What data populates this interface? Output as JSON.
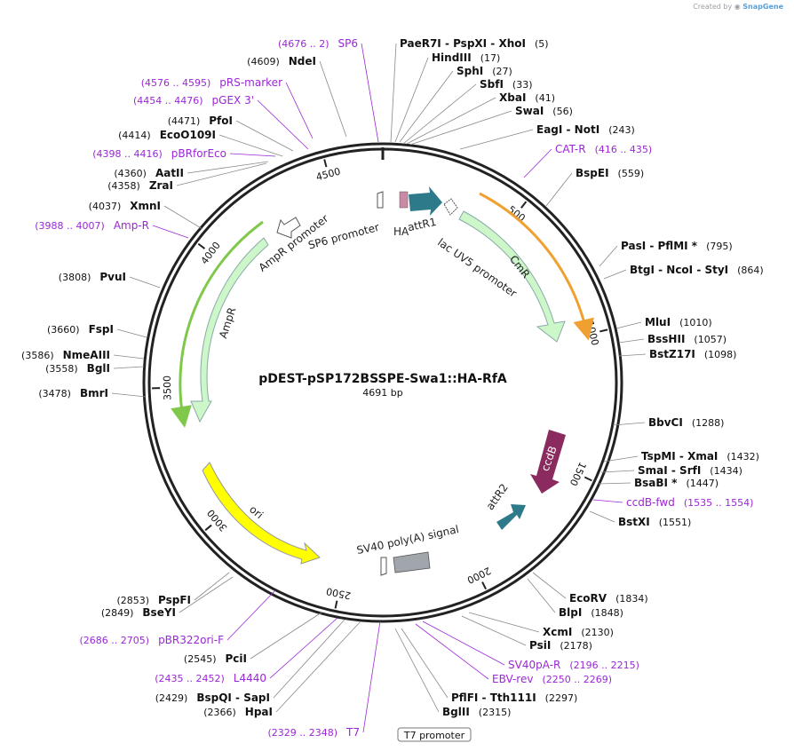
{
  "credit": {
    "prefix": "Created by",
    "brand": "SnapGene"
  },
  "plasmid": {
    "name": "pDEST-pSP172BSSPE-Swa1::HA-RfA",
    "length_label": "4691 bp",
    "total_bp": 4691
  },
  "colors": {
    "enzyme_text": "#111111",
    "coords_text": "#111111",
    "primer_text": "#9b27d6",
    "leader": "#888888",
    "backbone": "#222222",
    "amp_fill": "#cdf7c8",
    "cm_fill": "#cdf7c8",
    "ori_fill": "#ffff00",
    "attr_fill": "#2d7a8a",
    "ccdb_fill": "#8a2a5e",
    "ha_fill": "#c98aa6",
    "sv40_fill": "#a0a6ac",
    "orange_primer": "#f0a030",
    "green_primer": "#7fc84a"
  },
  "ticks": [
    {
      "label": "500",
      "bp": 500
    },
    {
      "label": "1000",
      "bp": 1000
    },
    {
      "label": "1500",
      "bp": 1500
    },
    {
      "label": "2000",
      "bp": 2000
    },
    {
      "label": "2500",
      "bp": 2500
    },
    {
      "label": "3000",
      "bp": 3000
    },
    {
      "label": "3500",
      "bp": 3500
    },
    {
      "label": "4000",
      "bp": 4000
    },
    {
      "label": "4500",
      "bp": 4500
    }
  ],
  "feature_labels": {
    "cmr": "CmR",
    "ampr": "AmpR",
    "ampr_promoter": "AmpR promoter",
    "sp6_promoter": "SP6 promoter",
    "ha": "HA",
    "attr1": "attR1",
    "lac_uv5": "lac UV5 promoter",
    "ccdb": "ccdB",
    "attr2": "attR2",
    "ori": "ori",
    "sv40": "SV40 poly(A) signal",
    "t7_promoter": "T7 promoter"
  },
  "sites_right": [
    {
      "name": "PaeR7I  -  PspXI  -  XhoI",
      "coord": "(5)"
    },
    {
      "name": "HindIII",
      "coord": "(17)"
    },
    {
      "name": "SphI",
      "coord": "(27)"
    },
    {
      "name": "SbfI",
      "coord": "(33)"
    },
    {
      "name": "XbaI",
      "coord": "(41)"
    },
    {
      "name": "SwaI",
      "coord": "(56)"
    },
    {
      "name": "EagI  -  NotI",
      "coord": "(243)"
    },
    {
      "name": "CAT-R",
      "coord": "(416 .. 435)",
      "primer": true
    },
    {
      "name": "BspEI",
      "coord": "(559)"
    },
    {
      "name": "PasI  -  PflMI *",
      "coord": "(795)"
    },
    {
      "name": "BtgI  -  NcoI  -  StyI",
      "coord": "(864)"
    },
    {
      "name": "MluI",
      "coord": "(1010)"
    },
    {
      "name": "BssHII",
      "coord": "(1057)"
    },
    {
      "name": "BstZ17I",
      "coord": "(1098)"
    },
    {
      "name": "BbvCI",
      "coord": "(1288)"
    },
    {
      "name": "TspMI  -  XmaI",
      "coord": "(1432)"
    },
    {
      "name": "SmaI  -  SrfI",
      "coord": "(1434)"
    },
    {
      "name": "BsaBI *",
      "coord": "(1447)"
    },
    {
      "name": "ccdB-fwd",
      "coord": "(1535 .. 1554)",
      "primer": true
    },
    {
      "name": "BstXI",
      "coord": "(1551)"
    },
    {
      "name": "EcoRV",
      "coord": "(1834)"
    },
    {
      "name": "BlpI",
      "coord": "(1848)"
    },
    {
      "name": "XcmI",
      "coord": "(2130)"
    },
    {
      "name": "PsiI",
      "coord": "(2178)"
    },
    {
      "name": "SV40pA-R",
      "coord": "(2196 .. 2215)",
      "primer": true
    },
    {
      "name": "EBV-rev",
      "coord": "(2250 .. 2269)",
      "primer": true
    },
    {
      "name": "PflFI  -  Tth111I",
      "coord": "(2297)"
    },
    {
      "name": "BglII",
      "coord": "(2315)"
    }
  ],
  "sites_left": [
    {
      "name": "SP6",
      "coord": "(4676 .. 2)",
      "primer": true
    },
    {
      "name": "NdeI",
      "coord": "(4609)"
    },
    {
      "name": "pRS-marker",
      "coord": "(4576 .. 4595)",
      "primer": true
    },
    {
      "name": "pGEX 3'",
      "coord": "(4454 .. 4476)",
      "primer": true
    },
    {
      "name": "PfoI",
      "coord": "(4471)"
    },
    {
      "name": "EcoO109I",
      "coord": "(4414)"
    },
    {
      "name": "pBRforEco",
      "coord": "(4398 .. 4416)",
      "primer": true
    },
    {
      "name": "AatII",
      "coord": "(4360)"
    },
    {
      "name": "ZraI",
      "coord": "(4358)"
    },
    {
      "name": "XmnI",
      "coord": "(4037)"
    },
    {
      "name": "Amp-R",
      "coord": "(3988 .. 4007)",
      "primer": true
    },
    {
      "name": "PvuI",
      "coord": "(3808)"
    },
    {
      "name": "FspI",
      "coord": "(3660)"
    },
    {
      "name": "NmeAIII",
      "coord": "(3586)"
    },
    {
      "name": "BglI",
      "coord": "(3558)"
    },
    {
      "name": "BmrI",
      "coord": "(3478)"
    },
    {
      "name": "PspFI",
      "coord": "(2853)"
    },
    {
      "name": "BseYI",
      "coord": "(2849)"
    },
    {
      "name": "pBR322ori-F",
      "coord": "(2686 .. 2705)",
      "primer": true
    },
    {
      "name": "PciI",
      "coord": "(2545)"
    },
    {
      "name": "L4440",
      "coord": "(2435 .. 2452)",
      "primer": true
    },
    {
      "name": "BspQI  -  SapI",
      "coord": "(2429)"
    },
    {
      "name": "HpaI",
      "coord": "(2366)"
    },
    {
      "name": "T7",
      "coord": "(2329 .. 2348)",
      "primer": true
    }
  ]
}
